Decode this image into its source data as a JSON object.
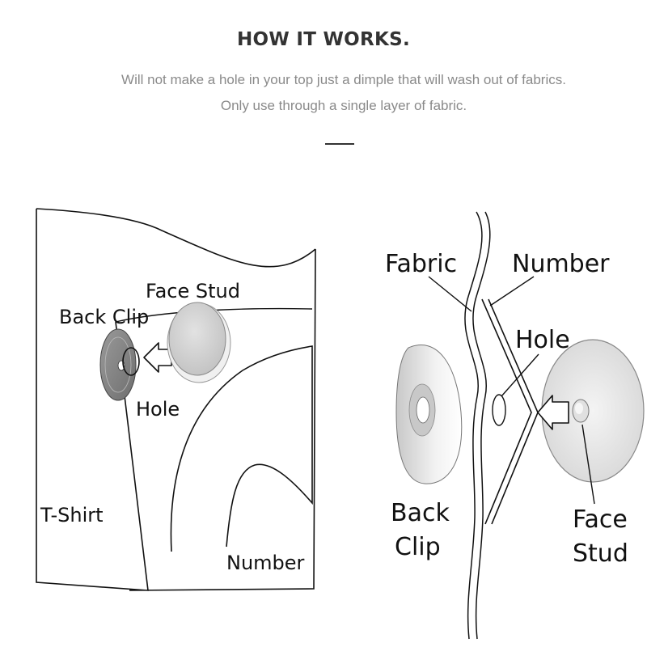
{
  "header": {
    "title": "HOW IT WORKS.",
    "subtitle_line1": "Will not make a hole in your top just a dimple that will wash out of fabrics.",
    "subtitle_line2": "Only use through a single layer of fabric."
  },
  "left_diagram": {
    "face_stud": "Face Stud",
    "back_clip": "Back Clip",
    "hole": "Hole",
    "tshirt": "T-Shirt",
    "number": "Number"
  },
  "right_diagram": {
    "fabric": "Fabric",
    "number": "Number",
    "hole": "Hole",
    "back": "Back",
    "clip": "Clip",
    "face": "Face",
    "stud": "Stud"
  },
  "colors": {
    "title": "#333333",
    "subtitle": "#8a8a8a",
    "stud_fill": "#d4d4d4",
    "line": "#111111"
  }
}
